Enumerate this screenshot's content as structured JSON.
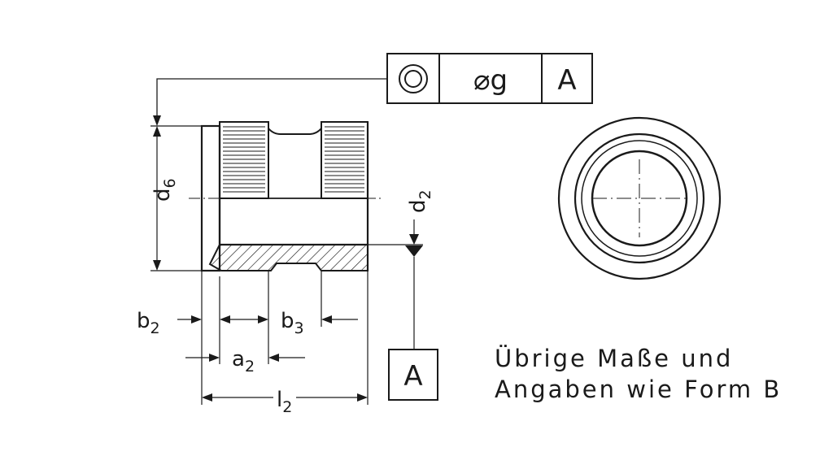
{
  "drawing": {
    "tolerance_frame": {
      "symbol": "concentricity-icon",
      "value": "⌀g",
      "datum": "A"
    },
    "datum_box": "A",
    "dimensions": {
      "d6": {
        "main": "d",
        "sub": "6"
      },
      "d2": {
        "main": "d",
        "sub": "2"
      },
      "b2": {
        "main": "b",
        "sub": "2"
      },
      "b3": {
        "main": "b",
        "sub": "3"
      },
      "a2": {
        "main": "a",
        "sub": "2"
      },
      "l2": {
        "main": "l",
        "sub": "2"
      }
    },
    "note_line1": "Übrige Maße und",
    "note_line2": "Angaben wie Form B"
  }
}
